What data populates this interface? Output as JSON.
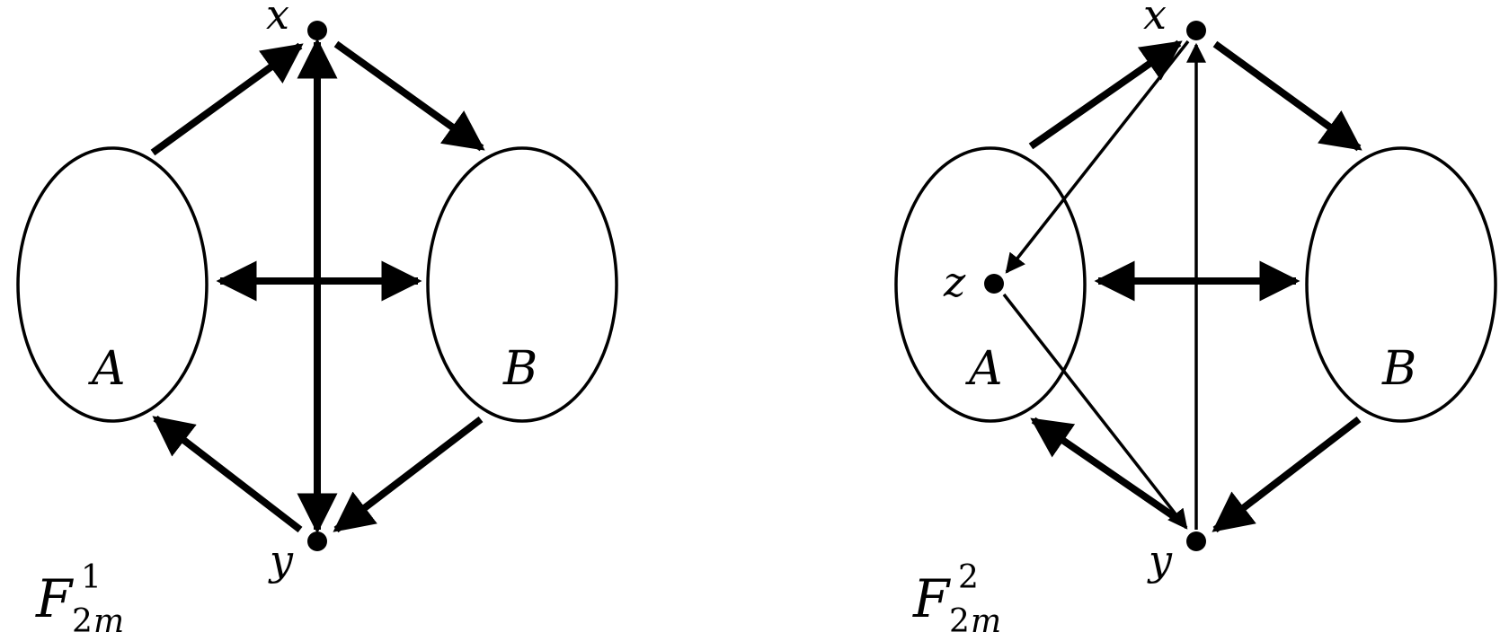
{
  "figures": [
    {
      "id": "F1",
      "label": {
        "base": "F",
        "sup": "1",
        "sub_num": "2",
        "sub_var": "m"
      },
      "vertices": {
        "x": "x",
        "y": "y"
      },
      "sets": {
        "a": "A",
        "b": "B"
      },
      "edges": [
        {
          "from": "A",
          "to": "x"
        },
        {
          "from": "x",
          "to": "B"
        },
        {
          "from": "B",
          "to": "y"
        },
        {
          "from": "y",
          "to": "A"
        },
        {
          "from": "x",
          "to": "y",
          "bidirectional": true
        },
        {
          "from": "A",
          "to": "B",
          "bidirectional": true
        }
      ]
    },
    {
      "id": "F2",
      "label": {
        "base": "F",
        "sup": "2",
        "sub_num": "2",
        "sub_var": "m"
      },
      "vertices": {
        "x": "x",
        "y": "y",
        "z": "z"
      },
      "sets": {
        "a": "A",
        "b": "B"
      },
      "edges": [
        {
          "from": "A",
          "to": "x"
        },
        {
          "from": "x",
          "to": "B"
        },
        {
          "from": "B",
          "to": "y"
        },
        {
          "from": "y",
          "to": "A"
        },
        {
          "from": "y",
          "to": "x"
        },
        {
          "from": "x",
          "to": "z"
        },
        {
          "from": "z",
          "to": "y"
        },
        {
          "from": "A",
          "to": "B",
          "bidirectional": true
        }
      ]
    }
  ],
  "colors": {
    "stroke": "#000000",
    "background": "#ffffff"
  }
}
